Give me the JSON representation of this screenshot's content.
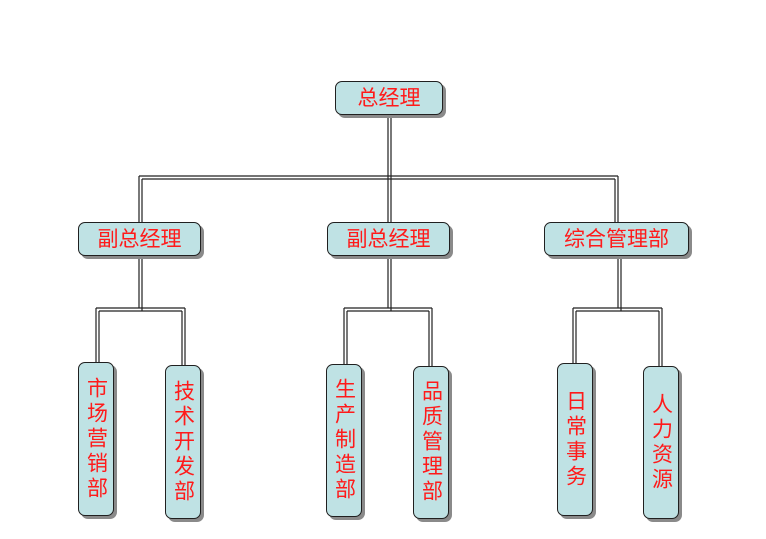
{
  "org_chart": {
    "root": "总经理",
    "level2": [
      "副总经理",
      "副总经理",
      "综合管理部"
    ],
    "level3": [
      [
        "市场营销部",
        "技术开发部"
      ],
      [
        "生产制造部",
        "品质管理部"
      ],
      [
        "日常事务",
        "人力资源"
      ]
    ]
  },
  "colors": {
    "box_fill": "#bfe2e4",
    "text": "#ff1a1a",
    "lines": "#202020"
  }
}
